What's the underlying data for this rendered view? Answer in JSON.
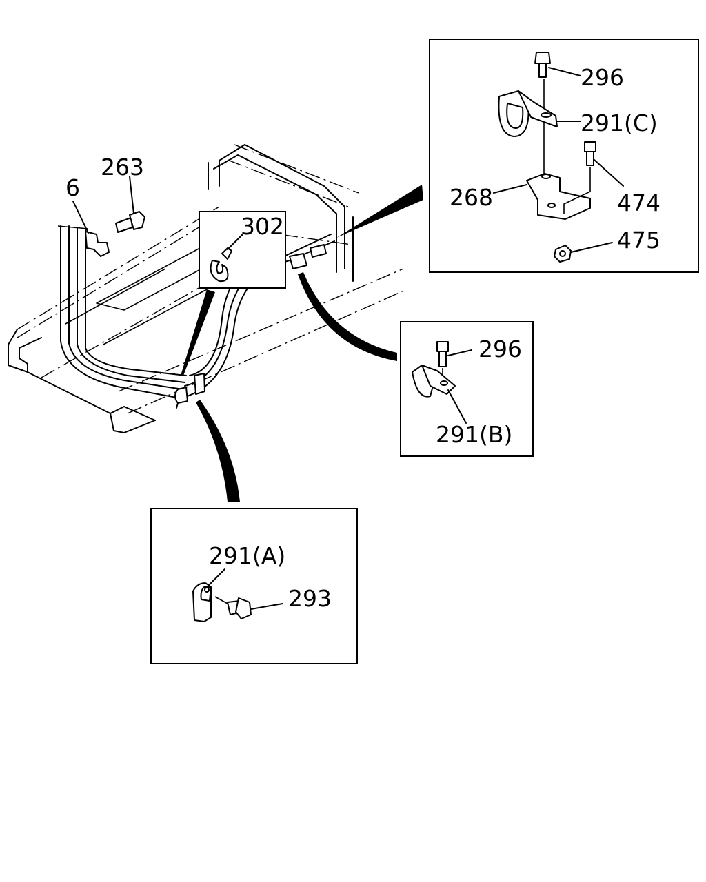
{
  "labels": {
    "p6": "6",
    "p263": "263",
    "p302": "302",
    "c296": "296",
    "c291": "291(C)",
    "c268": "268",
    "c474": "474",
    "c475": "475",
    "b296": "296",
    "b291": "291(B)",
    "a291": "291(A)",
    "a293": "293"
  },
  "colors": {
    "line": "#000000",
    "background": "#ffffff"
  }
}
